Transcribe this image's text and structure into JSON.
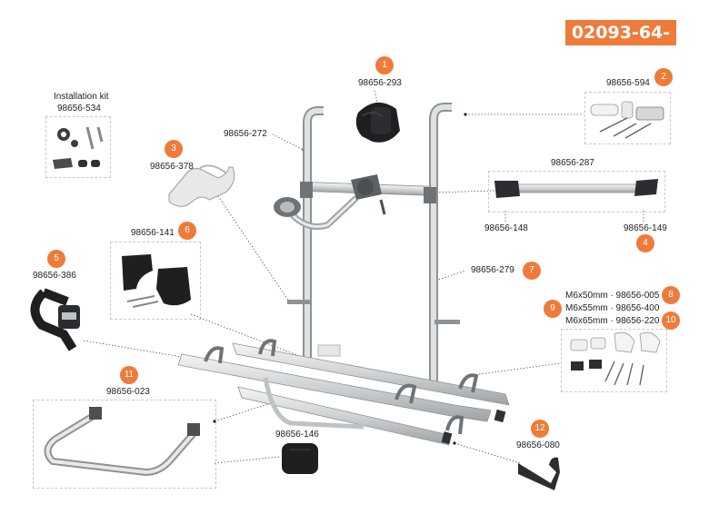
{
  "title_code": "02093-64-",
  "parts": [
    {
      "n": "1",
      "code": "98656-293"
    },
    {
      "n": "2",
      "code": "98656-594"
    },
    {
      "n": "3",
      "code": "98656-378"
    },
    {
      "n": "4",
      "code": "98656-149"
    },
    {
      "n": "5",
      "code": "98656-386"
    },
    {
      "n": "6",
      "code": "98656-141"
    },
    {
      "n": "7",
      "code": "98656-279"
    },
    {
      "n": "8",
      "code": "M6x50mm · 98656-005"
    },
    {
      "n": "9",
      "code": "M6x55mm · 98656-400"
    },
    {
      "n": "10",
      "code": "M6x65mm · 98656-220"
    },
    {
      "n": "11",
      "code": "98656-023"
    },
    {
      "n": "12",
      "code": "98656-080"
    }
  ],
  "unnumbered": {
    "rack_frame": "98656-272",
    "crossbar": "98656-287",
    "end_cap": "98656-148",
    "strap_pad": "98656-146"
  },
  "installation_kit": {
    "title": "Installation kit",
    "code": "98656-534"
  },
  "colors": {
    "accent": "#ee7b3a",
    "leader": "#444444",
    "box_border": "#c9c9c9"
  }
}
